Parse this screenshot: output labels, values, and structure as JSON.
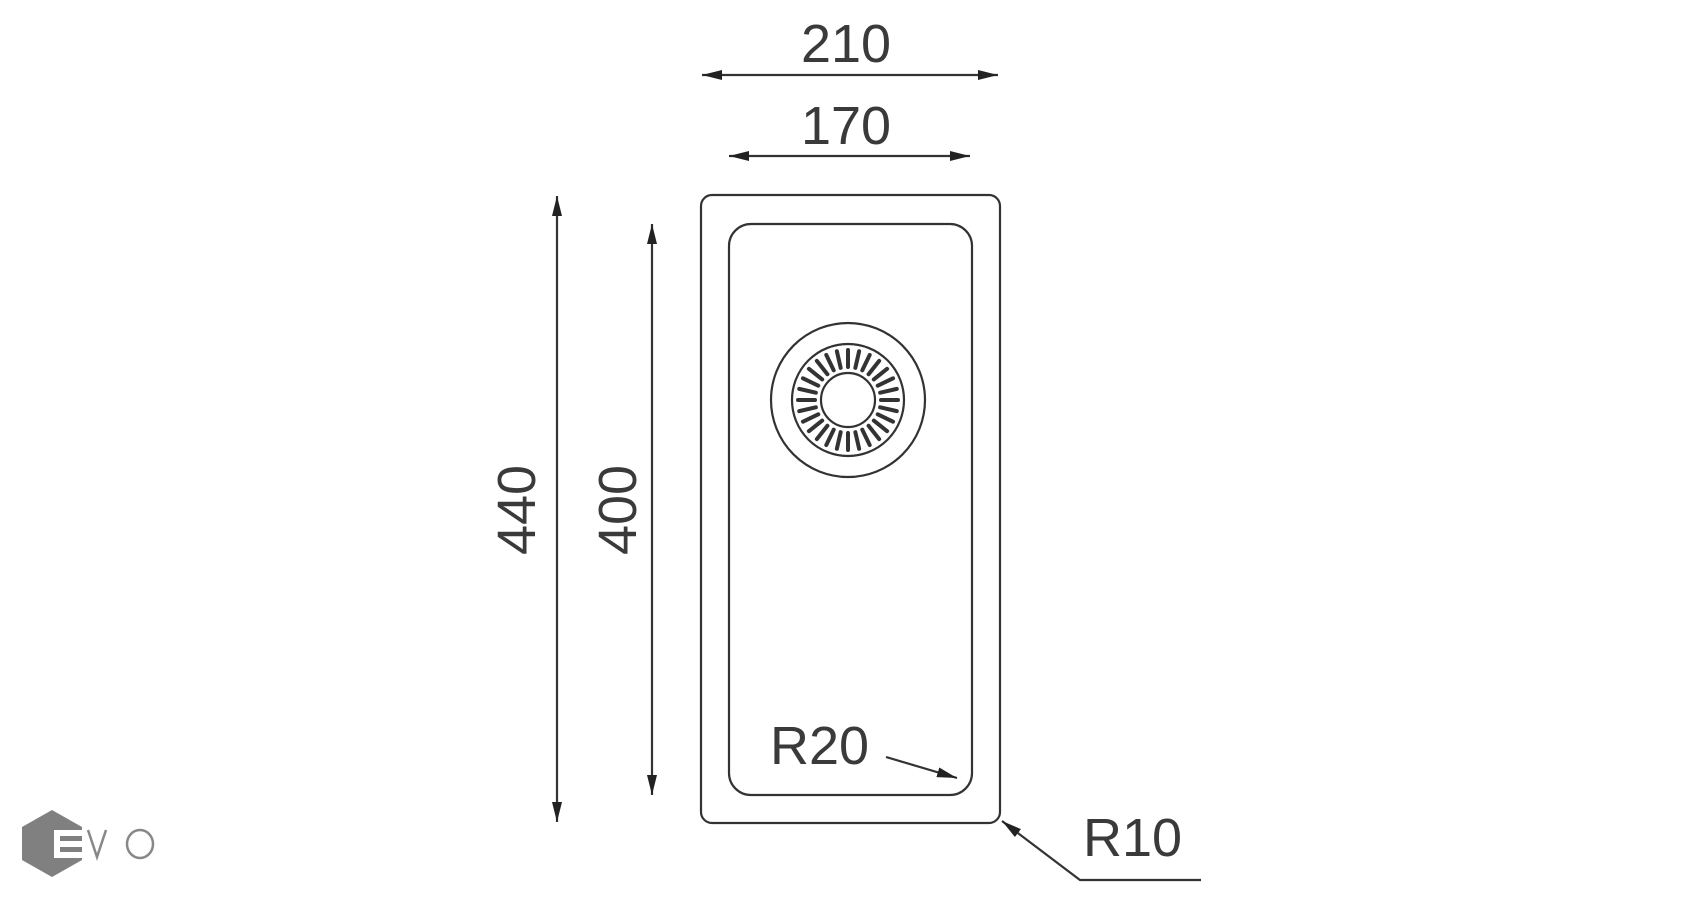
{
  "drawing": {
    "outer_width": "210",
    "inner_width": "170",
    "outer_length": "440",
    "inner_length": "400",
    "inner_radius": "R20",
    "outer_radius": "R10"
  },
  "logo": {
    "text": "EVO"
  },
  "colors": {
    "line": "#333333",
    "logo": "#808080"
  }
}
